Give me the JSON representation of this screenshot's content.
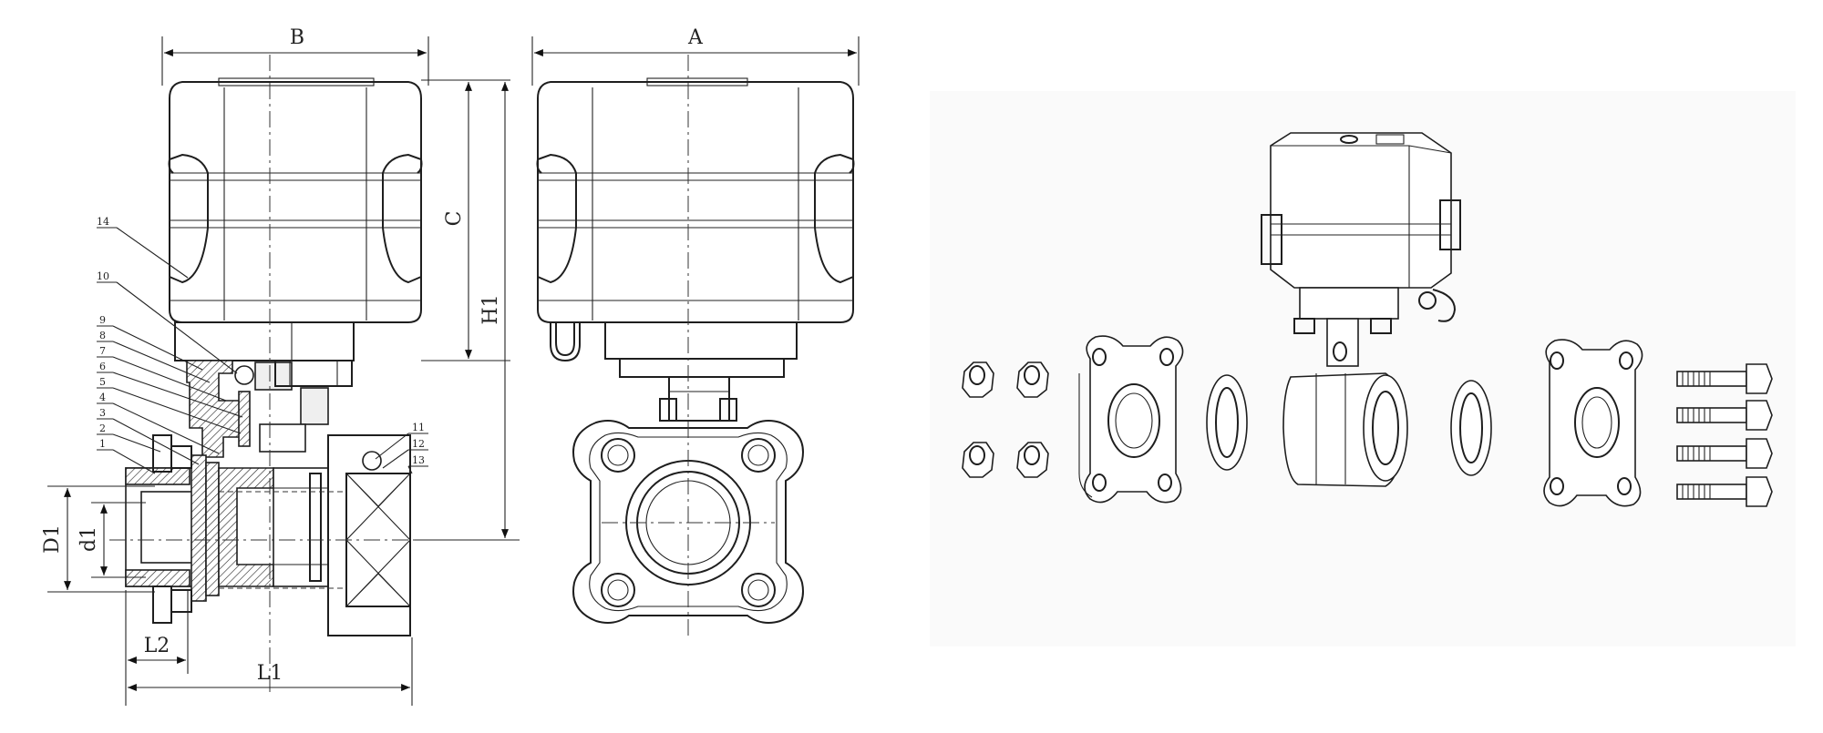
{
  "drawing": {
    "dimensions": [
      "B",
      "A",
      "C",
      "H1",
      "D1",
      "d1",
      "L2",
      "L1"
    ],
    "balloons": [
      "14",
      "10",
      "9",
      "8",
      "7",
      "6",
      "5",
      "4",
      "3",
      "2",
      "1",
      "11",
      "12",
      "13"
    ]
  }
}
